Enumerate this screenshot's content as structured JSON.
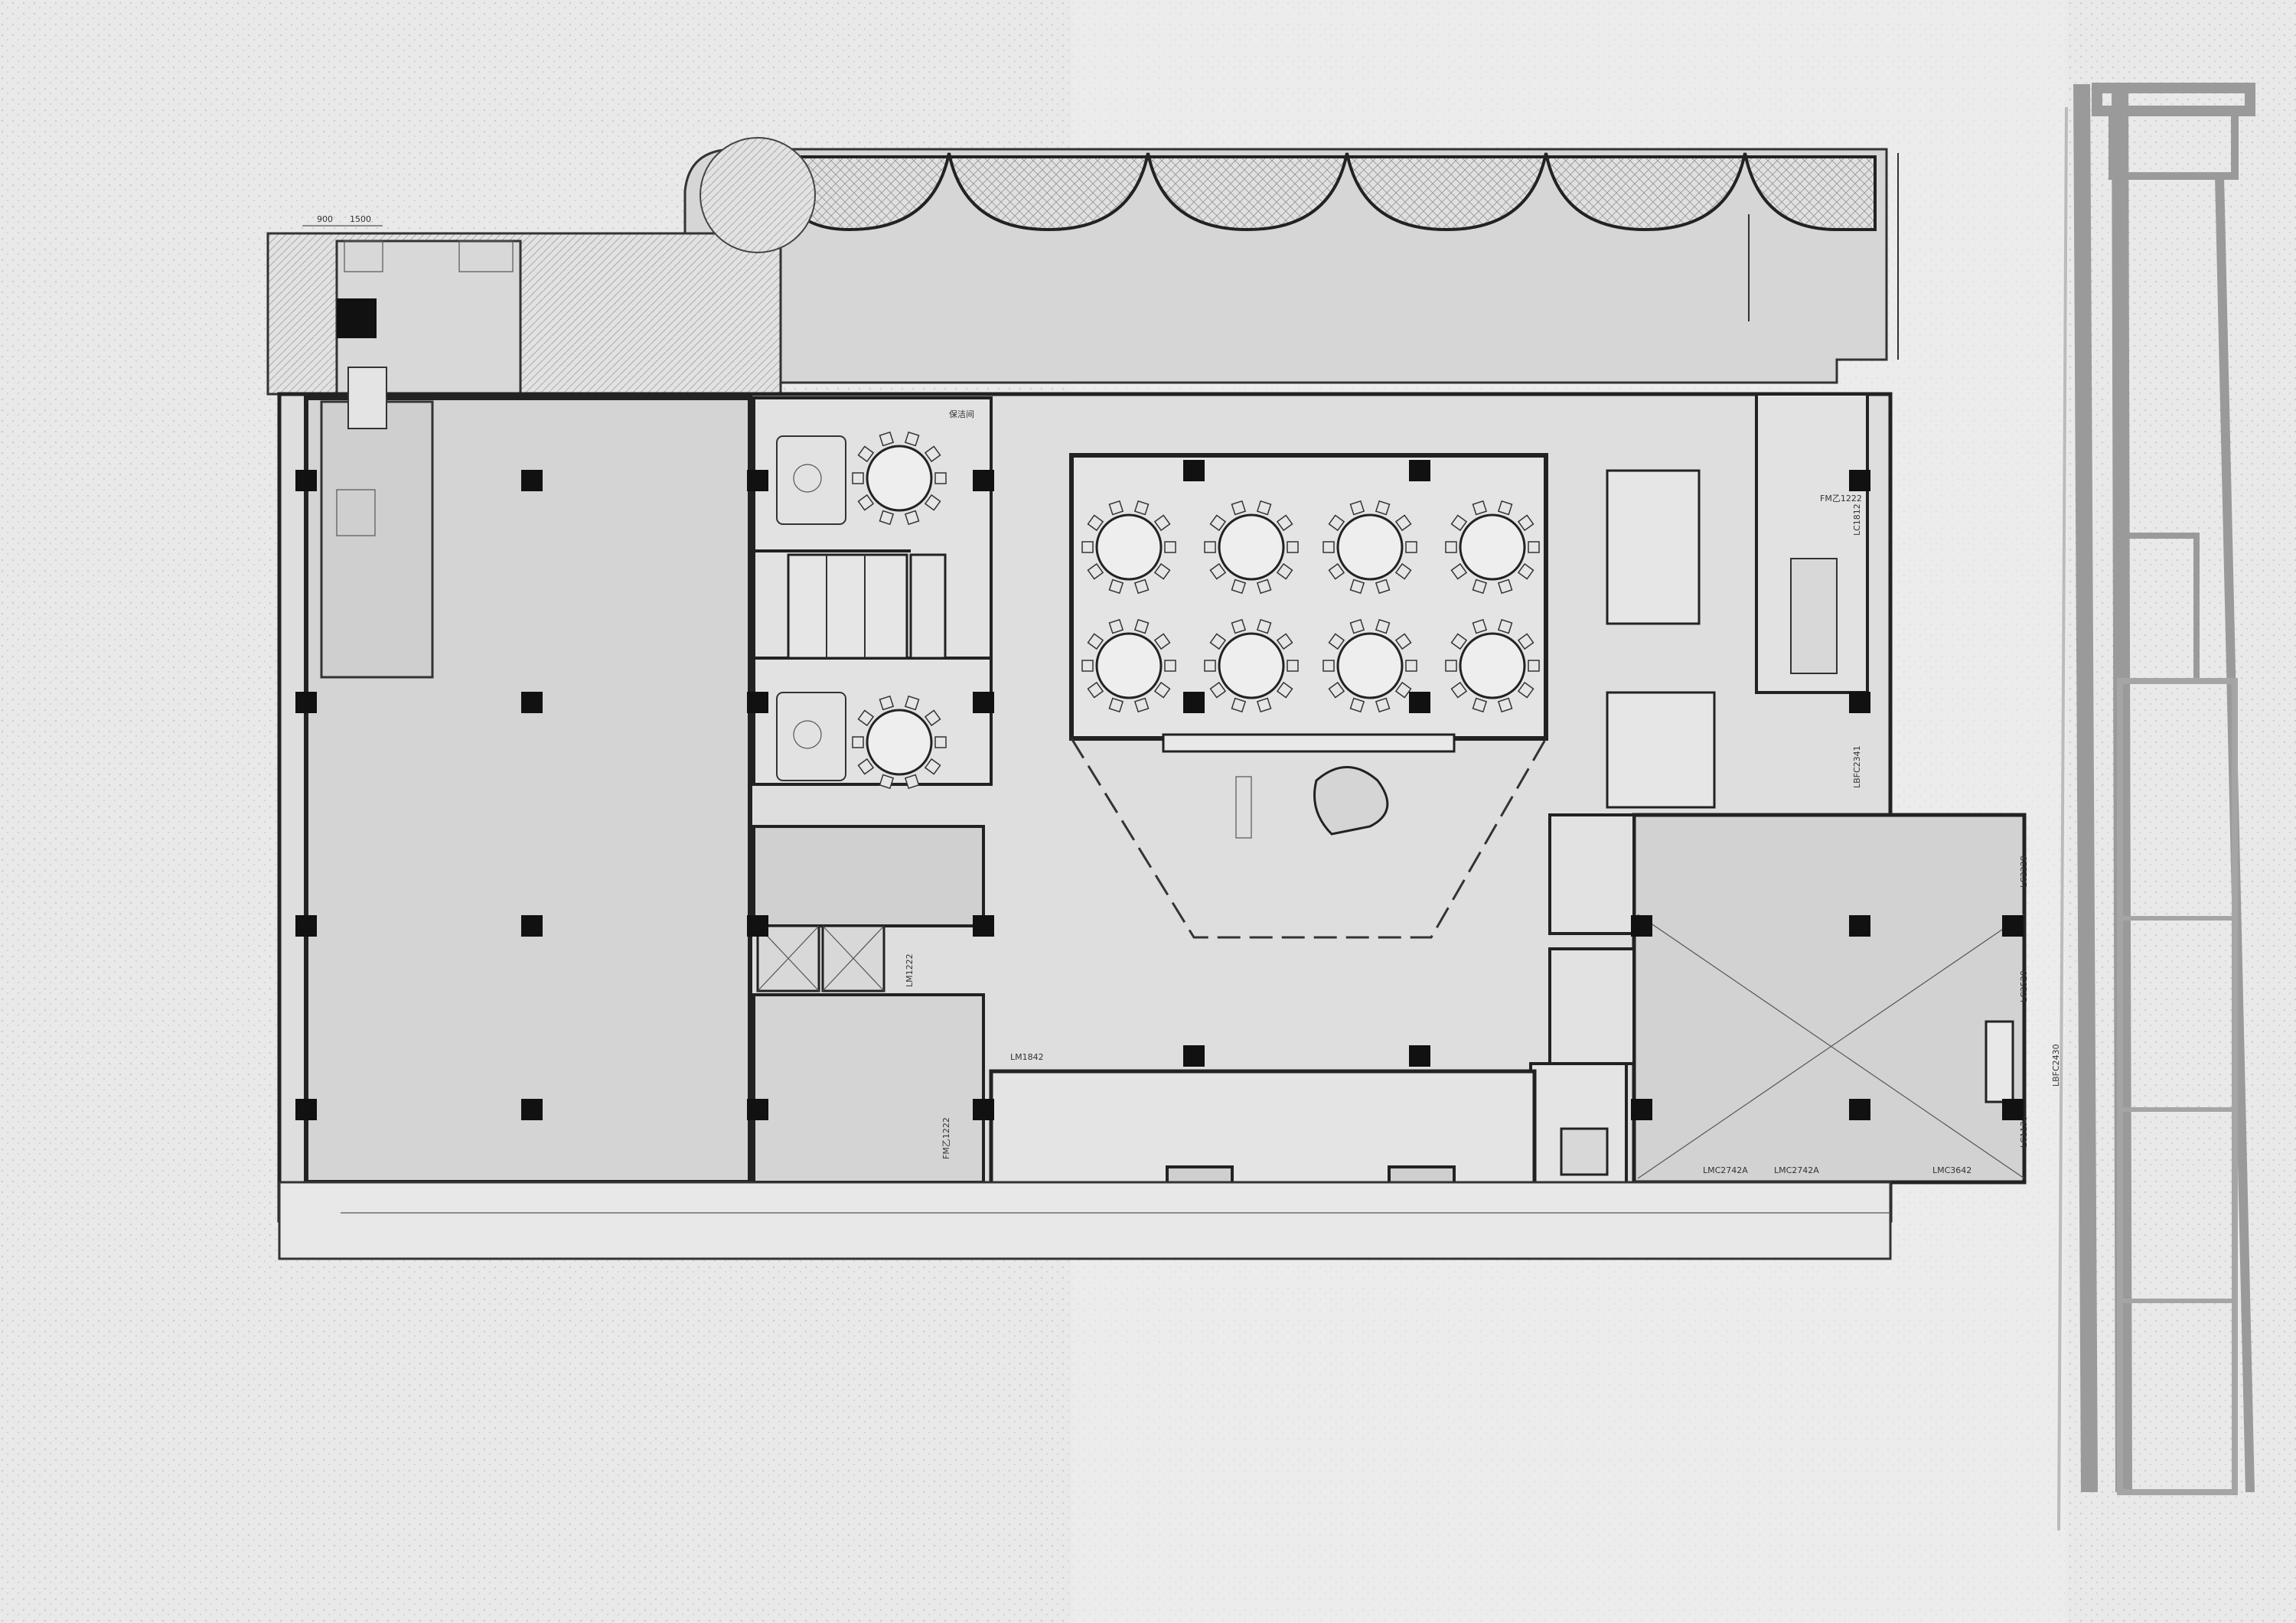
{
  "labels": {
    "dim_a": "900",
    "dim_b": "1500",
    "door_top": "LM1842",
    "door_right_a": "LMC2742A",
    "door_right_b": "LMC2742A",
    "door_right_c": "LMC3642",
    "door_fm": "FM乙1222",
    "door_lc1812": "LC1812",
    "door_lbfc": "LBFC2341",
    "door_lc2228": "LC2228",
    "door_lc2528": "LC2528",
    "door_lbfc2430": "LBFC2430",
    "door_lc1138": "LC1138",
    "door_fm_left": "FM乙1222",
    "door_lm_small": "LM1222",
    "room_tag": "保洁间"
  },
  "colors": {
    "background": "#f1f1f1",
    "floor": "#dcdcdc",
    "floor_light": "#e6e6e6",
    "wall": "#222222",
    "column": "#111111",
    "section_gray": "#9a9a9a"
  }
}
